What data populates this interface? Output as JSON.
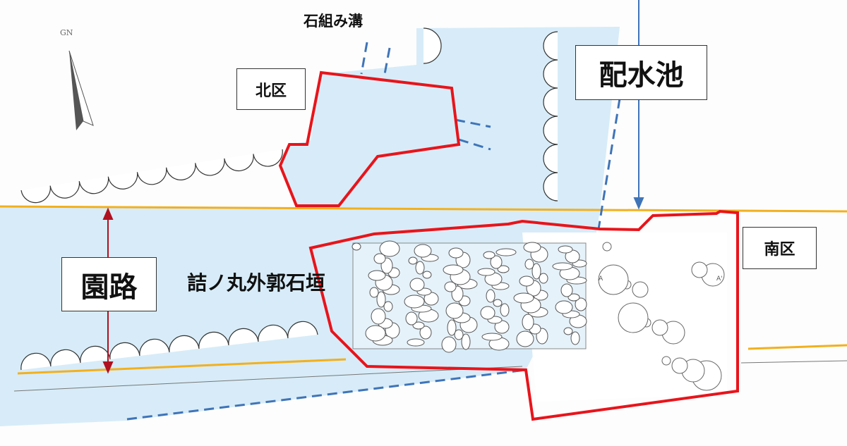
{
  "labels": {
    "stone_ditch": "石組み溝",
    "north_area": "北区",
    "reservoir": "配水池",
    "garden_path": "園路",
    "stone_wall": "詰ノ丸外郭石垣",
    "south_area": "南区",
    "north_mark": "GN",
    "section_a": "A",
    "section_a_prime": "A'"
  },
  "colors": {
    "area_fill": "#d7ecf8",
    "boundary": "#e8141b",
    "road_line": "#f2b01e",
    "dash": "#3f74b8",
    "arrow": "#b01020"
  }
}
